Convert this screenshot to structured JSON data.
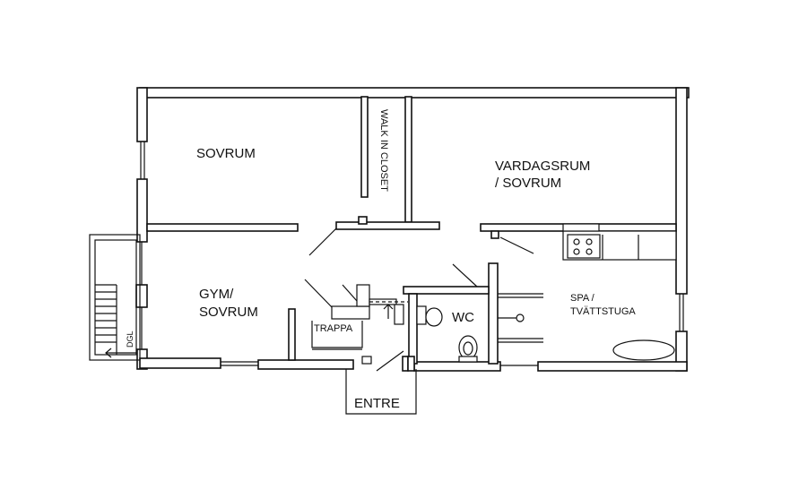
{
  "rooms": {
    "sovrum": "SOVRUM",
    "walk_in_closet": "WALK IN CLOSET",
    "vardagsrum_line1": "VARDAGSRUM",
    "vardagsrum_line2": "/ SOVRUM",
    "gym_line1": "GYM/",
    "gym_line2": "SOVRUM",
    "trappa": "TRAPPA",
    "wc": "WC",
    "spa_line1": "SPA /",
    "spa_line2": "TVÄTTSTUGA",
    "entre": "ENTRE"
  },
  "stair_arrow_text": "DGL",
  "colors": {
    "line": "#111111",
    "background": "#ffffff"
  }
}
